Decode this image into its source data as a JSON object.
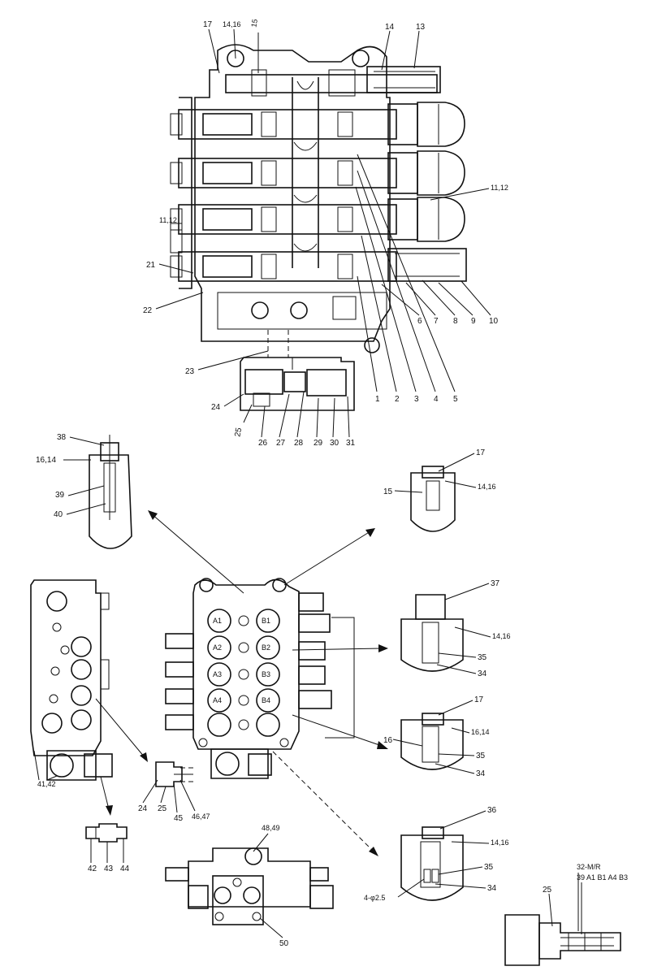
{
  "callouts": {
    "main_top": [
      "17",
      "14,16",
      "15",
      "14",
      "13"
    ],
    "main_right": [
      "11,12"
    ],
    "main_left": [
      "11,12",
      "21",
      "22",
      "23",
      "24"
    ],
    "main_bottom_row": [
      "6",
      "7",
      "8",
      "9",
      "10"
    ],
    "main_diag": [
      "1",
      "2",
      "3",
      "4",
      "5"
    ],
    "relief_row": [
      "25",
      "26",
      "27",
      "28",
      "29",
      "30",
      "31"
    ],
    "detail_tl": [
      "38",
      "16,14",
      "39",
      "40"
    ],
    "detail_r1": [
      "17",
      "14,16",
      "15"
    ],
    "detail_r2": [
      "37",
      "14,16",
      "35",
      "34"
    ],
    "detail_r3": [
      "17",
      "16,14",
      "16",
      "35",
      "34"
    ],
    "detail_r4": [
      "36",
      "14,16",
      "35",
      "34",
      "4-φ2.5"
    ],
    "side_view": [
      "41,42"
    ],
    "small_relief": [
      "24",
      "25",
      "45",
      "46,47"
    ],
    "plug": [
      "42",
      "43",
      "44"
    ],
    "bottom_view": [
      "48,49",
      "50"
    ],
    "br_detail": [
      "25",
      "32-M/R",
      "39 A1 B1 A4 B3"
    ],
    "face_ports": [
      "A1",
      "B1",
      "A2",
      "B2",
      "A3",
      "B3",
      "A4",
      "B4"
    ]
  }
}
